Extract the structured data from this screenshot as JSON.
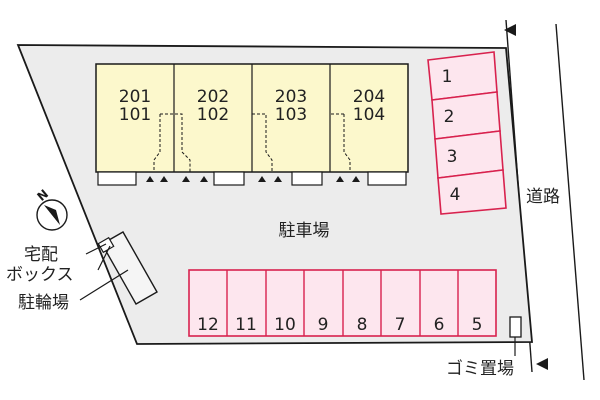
{
  "colors": {
    "lot_fill": "#ececec",
    "outline": "#1a1a1a",
    "building_fill": "#fcf8cc",
    "space_fill": "#fde6ee",
    "space_stroke": "#d8224e"
  },
  "units": [
    {
      "upper": "201",
      "lower": "101"
    },
    {
      "upper": "202",
      "lower": "102"
    },
    {
      "upper": "203",
      "lower": "103"
    },
    {
      "upper": "204",
      "lower": "104"
    }
  ],
  "right_spaces": [
    "1",
    "2",
    "3",
    "4"
  ],
  "bottom_spaces": [
    "12",
    "11",
    "10",
    "9",
    "8",
    "7",
    "6",
    "5"
  ],
  "labels": {
    "road": "道路",
    "parking": "駐車場",
    "delivery_box_line1": "宅配",
    "delivery_box_line2": "ボックス",
    "bicycle": "駐輪場",
    "garbage": "ゴミ置場",
    "north": "N"
  },
  "icons": {
    "compass": "north-compass-icon",
    "road_arrow": "triangle-arrow-icon"
  }
}
